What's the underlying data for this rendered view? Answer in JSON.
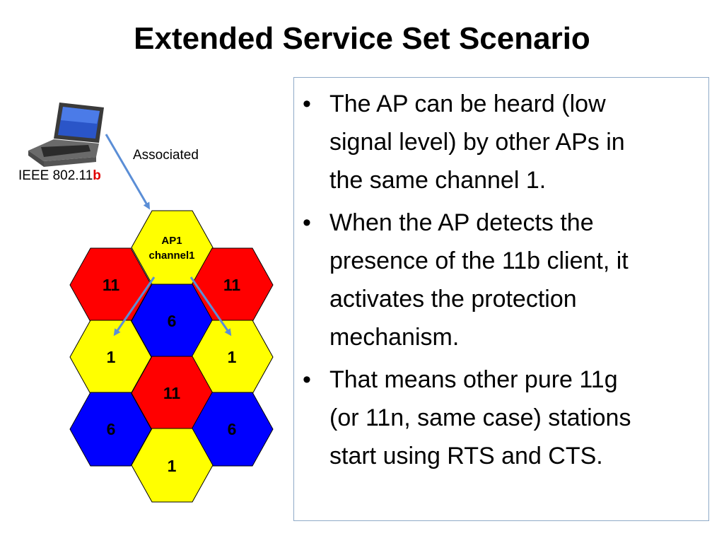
{
  "title": "Extended Service Set Scenario",
  "labels": {
    "associated": "Associated",
    "ieee_prefix": "IEEE 802.11",
    "ieee_suffix": "b"
  },
  "colors": {
    "red": "#ff0000",
    "blue": "#0000ff",
    "yellow": "#ffff00",
    "arrow": "#5b8ed6",
    "box_border": "#8faac8",
    "highlight": "#e00000"
  },
  "cells": {
    "ap_line1": "AP1",
    "ap_line2": "channel1",
    "top_left": "11",
    "top_right": "11",
    "center_top": "6",
    "mid_left": "1",
    "mid_right": "1",
    "center_mid": "11",
    "low_left": "6",
    "low_right": "6",
    "bottom": "1"
  },
  "bullets": [
    {
      "lines": [
        "The AP can be heard (low",
        "signal level) by other APs in",
        "the same channel 1."
      ]
    },
    {
      "lines": [
        "When the AP detects the",
        "presence of the 11b client, it",
        "activates the protection",
        "mechanism."
      ]
    },
    {
      "lines": [
        "That means other pure 11g",
        "(or 11n, same case) stations",
        "start using RTS and CTS."
      ]
    }
  ]
}
